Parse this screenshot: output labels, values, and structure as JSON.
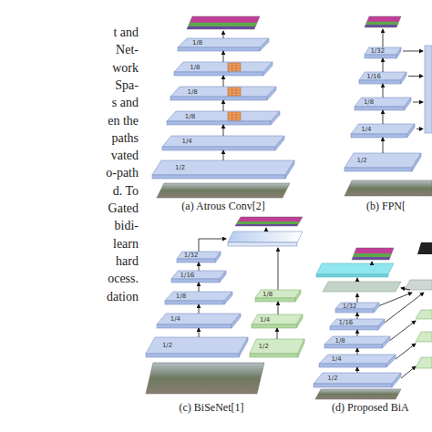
{
  "diagram": {
    "nodes": [
      {
        "text": [
          "1/8"
        ]
      },
      {
        "text": [
          "1/8"
        ]
      },
      {
        "text": [
          "1/8"
        ]
      },
      {
        "text": [
          "1/8"
        ]
      },
      {
        "text": [
          "1/4"
        ]
      },
      {
        "text": [
          "1/2"
        ]
      },
      {
        "text": [
          "1/32"
        ]
      },
      {
        "text": [
          "1/16"
        ]
      },
      {
        "text": [
          "1/8"
        ]
      },
      {
        "text": [
          "1/4"
        ]
      },
      {
        "text": [
          "1/2"
        ]
      },
      {
        "text": [
          "1/32"
        ]
      },
      {
        "text": [
          "1/16"
        ]
      },
      {
        "text": [
          "1/8"
        ]
      },
      {
        "text": [
          "1/4"
        ]
      },
      {
        "text": [
          "1/2"
        ]
      },
      {
        "text": [
          "1/8"
        ]
      },
      {
        "text": [
          "1/4"
        ]
      },
      {
        "text": [
          "1/2"
        ]
      },
      {
        "text": [
          "1/32"
        ]
      },
      {
        "text": [
          "1/16"
        ]
      },
      {
        "text": [
          "1/8"
        ]
      },
      {
        "text": [
          "1/4"
        ]
      },
      {
        "text": [
          "1/2"
        ]
      }
    ],
    "edges": [
      {
        "from": 1,
        "to": 0,
        "arrow": "to"
      },
      {
        "from": 2,
        "to": 1,
        "arrow": "to"
      },
      {
        "from": 3,
        "to": 2,
        "arrow": "to"
      },
      {
        "from": 4,
        "to": 3,
        "arrow": "to"
      },
      {
        "from": 5,
        "to": 4,
        "arrow": "to"
      },
      {
        "from": 7,
        "to": 6,
        "arrow": "to"
      },
      {
        "from": 8,
        "to": 7,
        "arrow": "to"
      },
      {
        "from": 9,
        "to": 8,
        "arrow": "to"
      },
      {
        "from": 10,
        "to": 9,
        "arrow": "to"
      },
      {
        "from": 12,
        "to": 11,
        "arrow": "to"
      },
      {
        "from": 13,
        "to": 12,
        "arrow": "to"
      },
      {
        "from": 14,
        "to": 13,
        "arrow": "to"
      },
      {
        "from": 15,
        "to": 14,
        "arrow": "to"
      },
      {
        "from": 17,
        "to": 16,
        "arrow": "to"
      },
      {
        "from": 18,
        "to": 17,
        "arrow": "to"
      },
      {
        "from": 20,
        "to": 19,
        "arrow": "to"
      },
      {
        "from": 21,
        "to": 20,
        "arrow": "to"
      },
      {
        "from": 22,
        "to": 21,
        "arrow": "to"
      },
      {
        "from": 23,
        "to": 22,
        "arrow": "to"
      }
    ],
    "labels": [
      "t and",
      "Net-",
      "work",
      "Spa-",
      "s and",
      "en the",
      "paths",
      "vated",
      "o-path",
      "d. To",
      "Gated",
      "bidi-",
      "learn",
      "hard",
      "ocess.",
      "dation",
      "(a) Atrous Conv[2]",
      "(b) FPN[",
      "(c) BiSeNet[1]",
      "(d) Proposed BiA"
    ]
  }
}
